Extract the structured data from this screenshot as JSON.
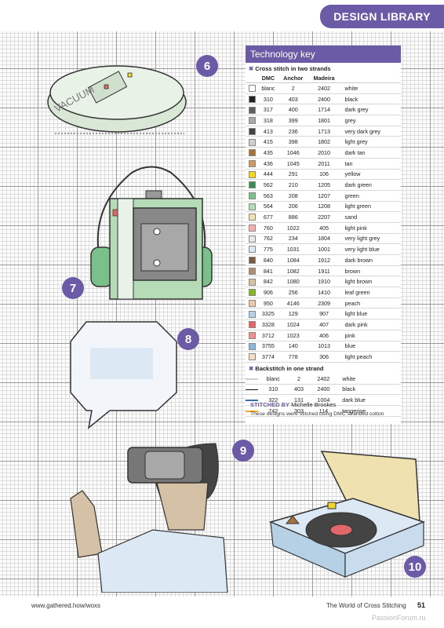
{
  "header": {
    "section": "DESIGN LIBRARY"
  },
  "badges": [
    "6",
    "7",
    "8",
    "9",
    "10"
  ],
  "key": {
    "title": "Technology key",
    "cross_heading": "Cross stitch in two strands",
    "columns": [
      "DMC",
      "Anchor",
      "Madeira"
    ],
    "rows": [
      {
        "dmc": "blanc",
        "anchor": "2",
        "madeira": "2402",
        "name": "white",
        "color": "#ffffff"
      },
      {
        "dmc": "310",
        "anchor": "403",
        "madeira": "2400",
        "name": "black",
        "color": "#222222"
      },
      {
        "dmc": "317",
        "anchor": "400",
        "madeira": "1714",
        "name": "dark grey",
        "color": "#5e5e5e"
      },
      {
        "dmc": "318",
        "anchor": "399",
        "madeira": "1801",
        "name": "grey",
        "color": "#a8a8a8"
      },
      {
        "dmc": "413",
        "anchor": "236",
        "madeira": "1713",
        "name": "very dark grey",
        "color": "#444444"
      },
      {
        "dmc": "415",
        "anchor": "398",
        "madeira": "1802",
        "name": "light grey",
        "color": "#cfcfcf"
      },
      {
        "dmc": "435",
        "anchor": "1046",
        "madeira": "2010",
        "name": "dark tan",
        "color": "#a8723f"
      },
      {
        "dmc": "436",
        "anchor": "1045",
        "madeira": "2011",
        "name": "tan",
        "color": "#c99a62"
      },
      {
        "dmc": "444",
        "anchor": "291",
        "madeira": "106",
        "name": "yellow",
        "color": "#f2d62c"
      },
      {
        "dmc": "562",
        "anchor": "210",
        "madeira": "1205",
        "name": "dark green",
        "color": "#3f8a55"
      },
      {
        "dmc": "563",
        "anchor": "208",
        "madeira": "1207",
        "name": "green",
        "color": "#7bbf8a"
      },
      {
        "dmc": "564",
        "anchor": "206",
        "madeira": "1208",
        "name": "light green",
        "color": "#b5dcb7"
      },
      {
        "dmc": "677",
        "anchor": "886",
        "madeira": "2207",
        "name": "sand",
        "color": "#efe2b0"
      },
      {
        "dmc": "760",
        "anchor": "1022",
        "madeira": "405",
        "name": "light pink",
        "color": "#f2b0b0"
      },
      {
        "dmc": "762",
        "anchor": "234",
        "madeira": "1804",
        "name": "very light grey",
        "color": "#e8e8e8"
      },
      {
        "dmc": "775",
        "anchor": "1031",
        "madeira": "1001",
        "name": "very light blue",
        "color": "#dce9f5"
      },
      {
        "dmc": "840",
        "anchor": "1084",
        "madeira": "1912",
        "name": "dark brown",
        "color": "#7b5c43"
      },
      {
        "dmc": "841",
        "anchor": "1082",
        "madeira": "1911",
        "name": "brown",
        "color": "#ad8f74"
      },
      {
        "dmc": "842",
        "anchor": "1080",
        "madeira": "1910",
        "name": "light brown",
        "color": "#d5c1a6"
      },
      {
        "dmc": "906",
        "anchor": "256",
        "madeira": "1410",
        "name": "leaf green",
        "color": "#82b52c"
      },
      {
        "dmc": "950",
        "anchor": "4146",
        "madeira": "2309",
        "name": "peach",
        "color": "#eec7ad"
      },
      {
        "dmc": "3325",
        "anchor": "129",
        "madeira": "907",
        "name": "light blue",
        "color": "#b6d0e6"
      },
      {
        "dmc": "3328",
        "anchor": "1024",
        "madeira": "407",
        "name": "dark pink",
        "color": "#e06868"
      },
      {
        "dmc": "3712",
        "anchor": "1023",
        "madeira": "406",
        "name": "pink",
        "color": "#ef9090"
      },
      {
        "dmc": "3755",
        "anchor": "140",
        "madeira": "1013",
        "name": "blue",
        "color": "#8fb4da"
      },
      {
        "dmc": "3774",
        "anchor": "778",
        "madeira": "306",
        "name": "light peach",
        "color": "#f4dcc8"
      }
    ],
    "back_heading": "Backstitch in one strand",
    "back_rows": [
      {
        "dmc": "blanc",
        "anchor": "2",
        "madeira": "2402",
        "name": "white",
        "color": "#d0d0d0"
      },
      {
        "dmc": "310",
        "anchor": "403",
        "madeira": "2400",
        "name": "black",
        "color": "#111111"
      },
      {
        "dmc": "322",
        "anchor": "131",
        "madeira": "1004",
        "name": "dark blue",
        "color": "#3b6ea8"
      },
      {
        "dmc": "742",
        "anchor": "303",
        "madeira": "114",
        "name": "tangerine",
        "color": "#f5a623"
      }
    ]
  },
  "stitched": {
    "label": "STITCHED BY",
    "name": "Michelle Brookes",
    "note": "These designs were stitched using DMC stranded cotton"
  },
  "footer": {
    "url": "www.gathered.how/woxs",
    "magazine": "The World of Cross Stitching",
    "page": "51",
    "watermark": "PassionForum.ru"
  },
  "art": {
    "vacuum_text": "VACUUM"
  }
}
